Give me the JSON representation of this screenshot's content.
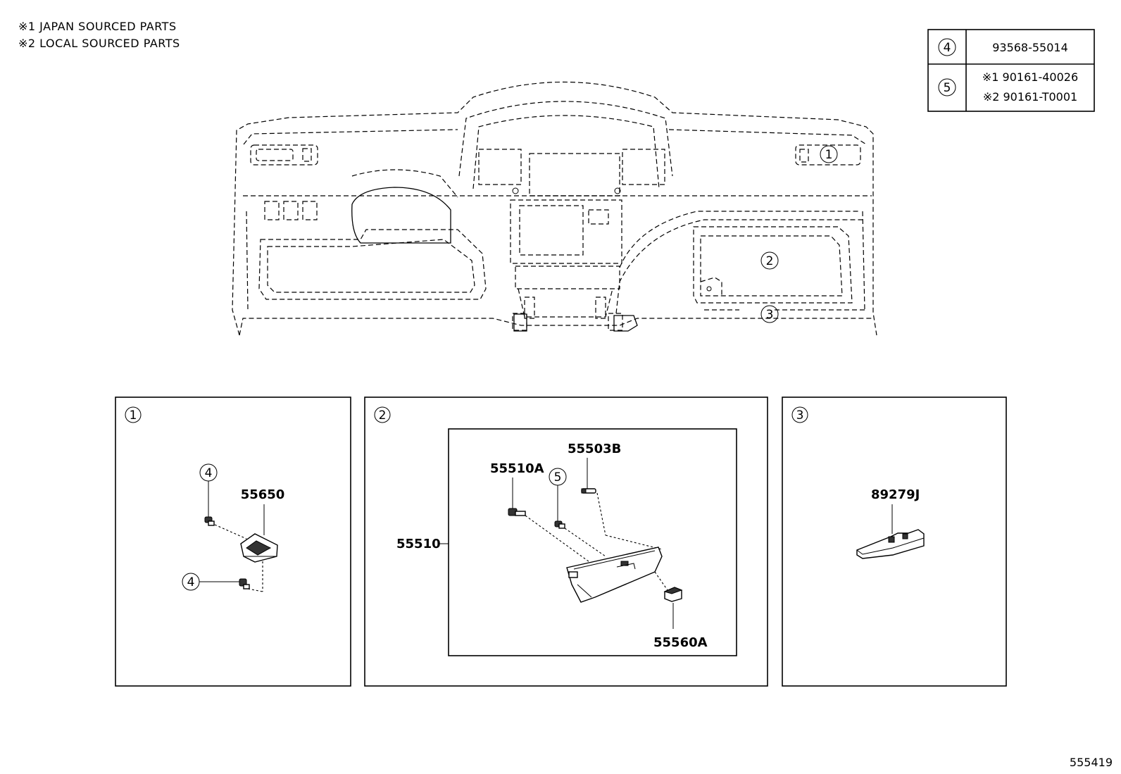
{
  "notes": [
    "※1 JAPAN SOURCED PARTS",
    "※2 LOCAL SOURCED PARTS"
  ],
  "legend": {
    "rows": [
      {
        "ref": "4",
        "lines": [
          "93568-55014"
        ]
      },
      {
        "ref": "5",
        "lines": [
          "※1 90161-40026",
          "※2 90161-T0001"
        ]
      }
    ]
  },
  "overview": {
    "callouts": [
      "1",
      "2",
      "3"
    ]
  },
  "panels": [
    {
      "ref": "1",
      "parts": [
        "55650"
      ],
      "callouts": [
        "4",
        "4"
      ]
    },
    {
      "ref": "2",
      "parts": [
        "55510",
        "55510A",
        "55503B",
        "55560A"
      ],
      "callouts": [
        "5"
      ]
    },
    {
      "ref": "3",
      "parts": [
        "89279J"
      ]
    }
  ],
  "figure_id": "555419"
}
